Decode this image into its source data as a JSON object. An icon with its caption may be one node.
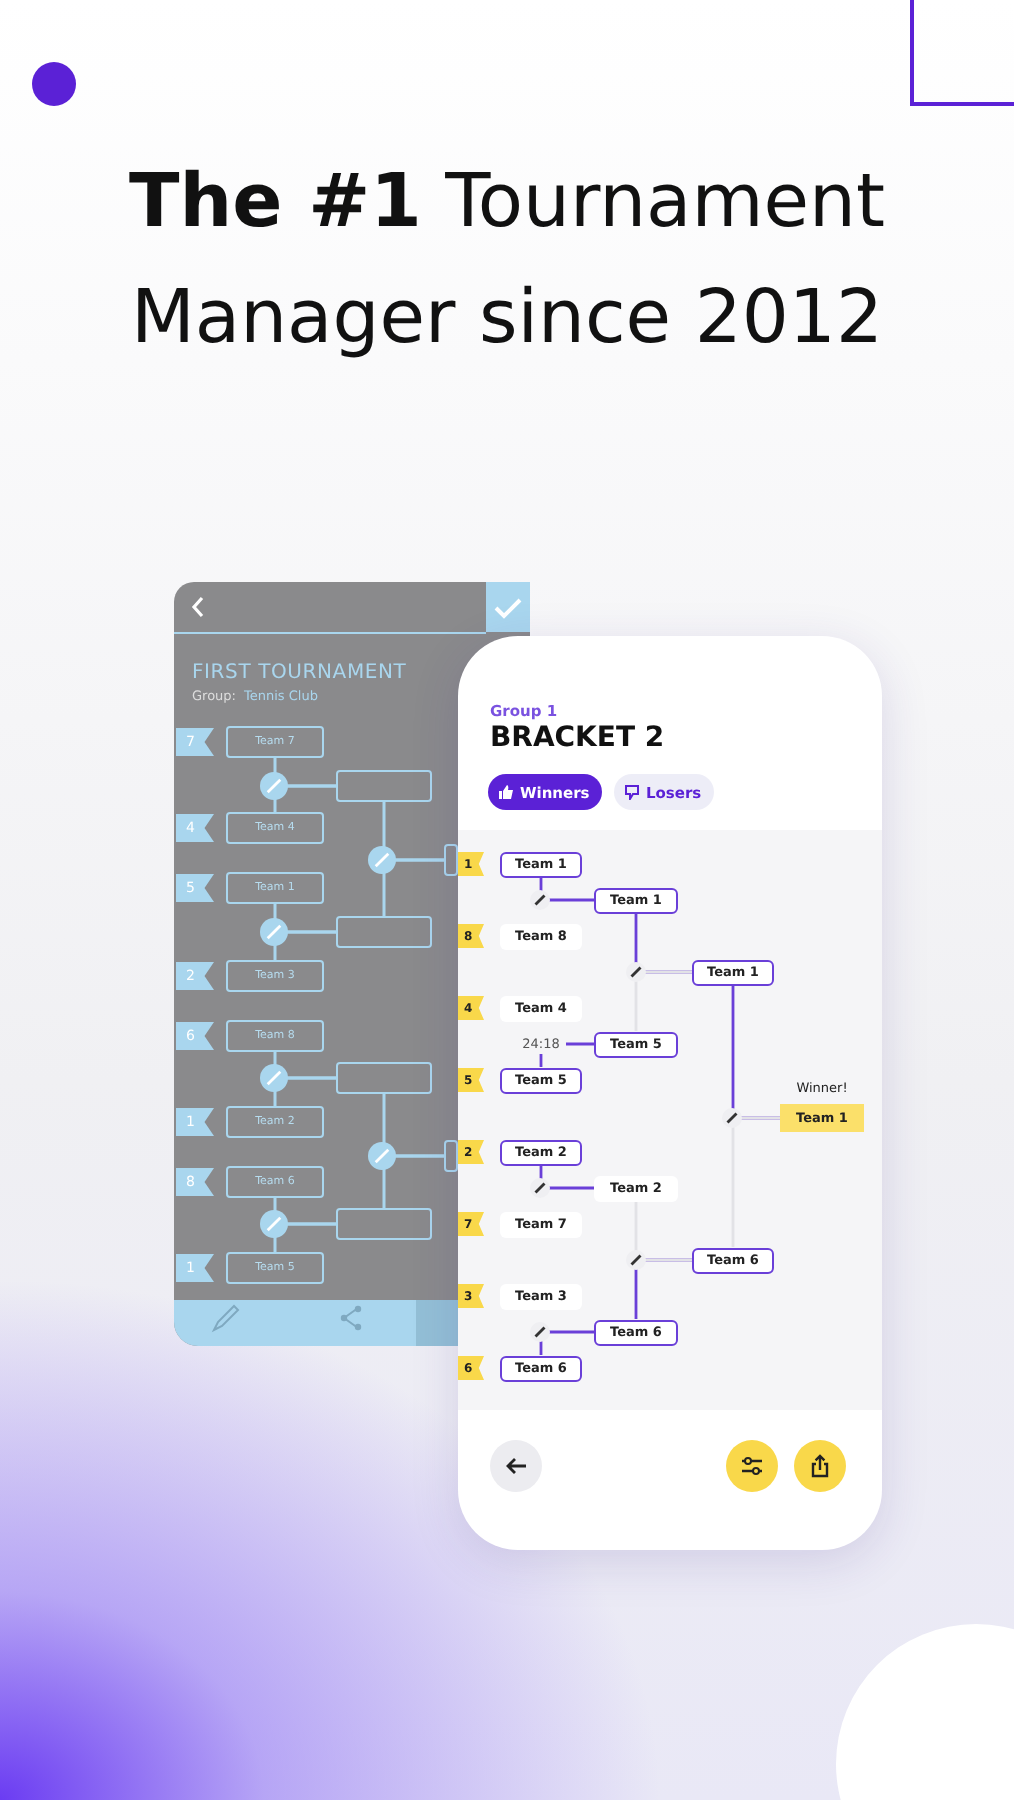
{
  "diagram": {
    "title": "**The #1** Tournament Manager since 2012",
    "nodes": [
      {
        "text": [
          "7"
        ]
      },
      {
        "text": [
          "Team 7"
        ]
      },
      {
        "text": [
          "4"
        ]
      },
      {
        "text": [
          "Team 4"
        ]
      },
      {
        "text": [
          "5"
        ]
      },
      {
        "text": [
          "Team 1"
        ]
      },
      {
        "text": [
          "2"
        ]
      },
      {
        "text": [
          "Team 3"
        ]
      },
      {
        "text": [
          "6"
        ]
      },
      {
        "text": [
          "Team 8"
        ]
      },
      {
        "text": [
          "1"
        ]
      },
      {
        "text": [
          "Team 2"
        ]
      },
      {
        "text": [
          "8"
        ]
      },
      {
        "text": [
          "Team 6"
        ]
      },
      {
        "text": [
          "1"
        ]
      },
      {
        "text": [
          "Team 5"
        ]
      },
      {
        "text": [],
        "shape": "box"
      },
      {
        "text": [],
        "shape": "box"
      },
      {
        "text": [],
        "shape": "box"
      },
      {
        "text": [],
        "shape": "box"
      },
      {
        "text": [],
        "shape": "box"
      },
      {
        "text": [],
        "shape": "box"
      },
      {
        "text": [
          "1"
        ]
      },
      {
        "text": [
          "Team 1"
        ]
      },
      {
        "text": [
          "8"
        ]
      },
      {
        "text": [
          "Team 8"
        ]
      },
      {
        "text": [
          "4"
        ]
      },
      {
        "text": [
          "Team 4"
        ]
      },
      {
        "text": [
          "5"
        ]
      },
      {
        "text": [
          "Team 5"
        ]
      },
      {
        "text": [
          "2"
        ]
      },
      {
        "text": [
          "Team 2"
        ]
      },
      {
        "text": [
          "7"
        ]
      },
      {
        "text": [
          "Team 7"
        ]
      },
      {
        "text": [
          "3"
        ]
      },
      {
        "text": [
          "Team 3"
        ]
      },
      {
        "text": [
          "6"
        ]
      },
      {
        "text": [
          "Team 6"
        ]
      },
      {
        "text": [
          "Team 1"
        ]
      },
      {
        "text": [
          "Team 5"
        ]
      },
      {
        "text": [
          "Team 2"
        ]
      },
      {
        "text": [
          "Team 6"
        ]
      },
      {
        "text": [
          "Team 1"
        ]
      },
      {
        "text": [
          "Team 6"
        ]
      },
      {
        "text": [
          "Team 1"
        ],
        "beside": [
          "Winner!"
        ]
      }
    ],
    "edges": [
      {
        "from": 1,
        "to": 16,
        "arrow": "none"
      },
      {
        "from": 3,
        "to": 16,
        "arrow": "none"
      },
      {
        "from": 5,
        "to": 17,
        "arrow": "none"
      },
      {
        "from": 7,
        "to": 17,
        "arrow": "none"
      },
      {
        "from": 9,
        "to": 18,
        "arrow": "none"
      },
      {
        "from": 11,
        "to": 18,
        "arrow": "none"
      },
      {
        "from": 13,
        "to": 19,
        "arrow": "none"
      },
      {
        "from": 15,
        "to": 19,
        "arrow": "none"
      },
      {
        "from": 16,
        "to": 20,
        "arrow": "none"
      },
      {
        "from": 17,
        "to": 20,
        "arrow": "none"
      },
      {
        "from": 18,
        "to": 21,
        "arrow": "none"
      },
      {
        "from": 19,
        "to": 21,
        "arrow": "none"
      },
      {
        "from": 23,
        "to": 38,
        "arrow": "none",
        "color": "#6a3fd8"
      },
      {
        "from": 29,
        "to": 39,
        "arrow": "none",
        "label": "24:18",
        "color": "#6a3fd8"
      },
      {
        "from": 31,
        "to": 40,
        "arrow": "none",
        "color": "#6a3fd8"
      },
      {
        "from": 37,
        "to": 41,
        "arrow": "none",
        "color": "#6a3fd8"
      },
      {
        "from": 38,
        "to": 42,
        "arrow": "none",
        "color": "#6a3fd8"
      },
      {
        "from": 39,
        "to": 42,
        "arrow": "none",
        "color": "#e2e2e6"
      },
      {
        "from": 41,
        "to": 43,
        "arrow": "none",
        "color": "#6a3fd8"
      },
      {
        "from": 40,
        "to": 43,
        "arrow": "none",
        "color": "#e2e2e6"
      },
      {
        "from": 42,
        "to": 44,
        "arrow": "none",
        "color": "#6a3fd8"
      },
      {
        "from": 43,
        "to": 44,
        "arrow": "none",
        "color": "#e2e2e6"
      }
    ],
    "labels": [
      "FIRST TOURNAMENT",
      "Group:",
      "Tennis Club",
      "Group 1",
      "BRACKET 2",
      "Winners",
      "Losers"
    ]
  }
}
